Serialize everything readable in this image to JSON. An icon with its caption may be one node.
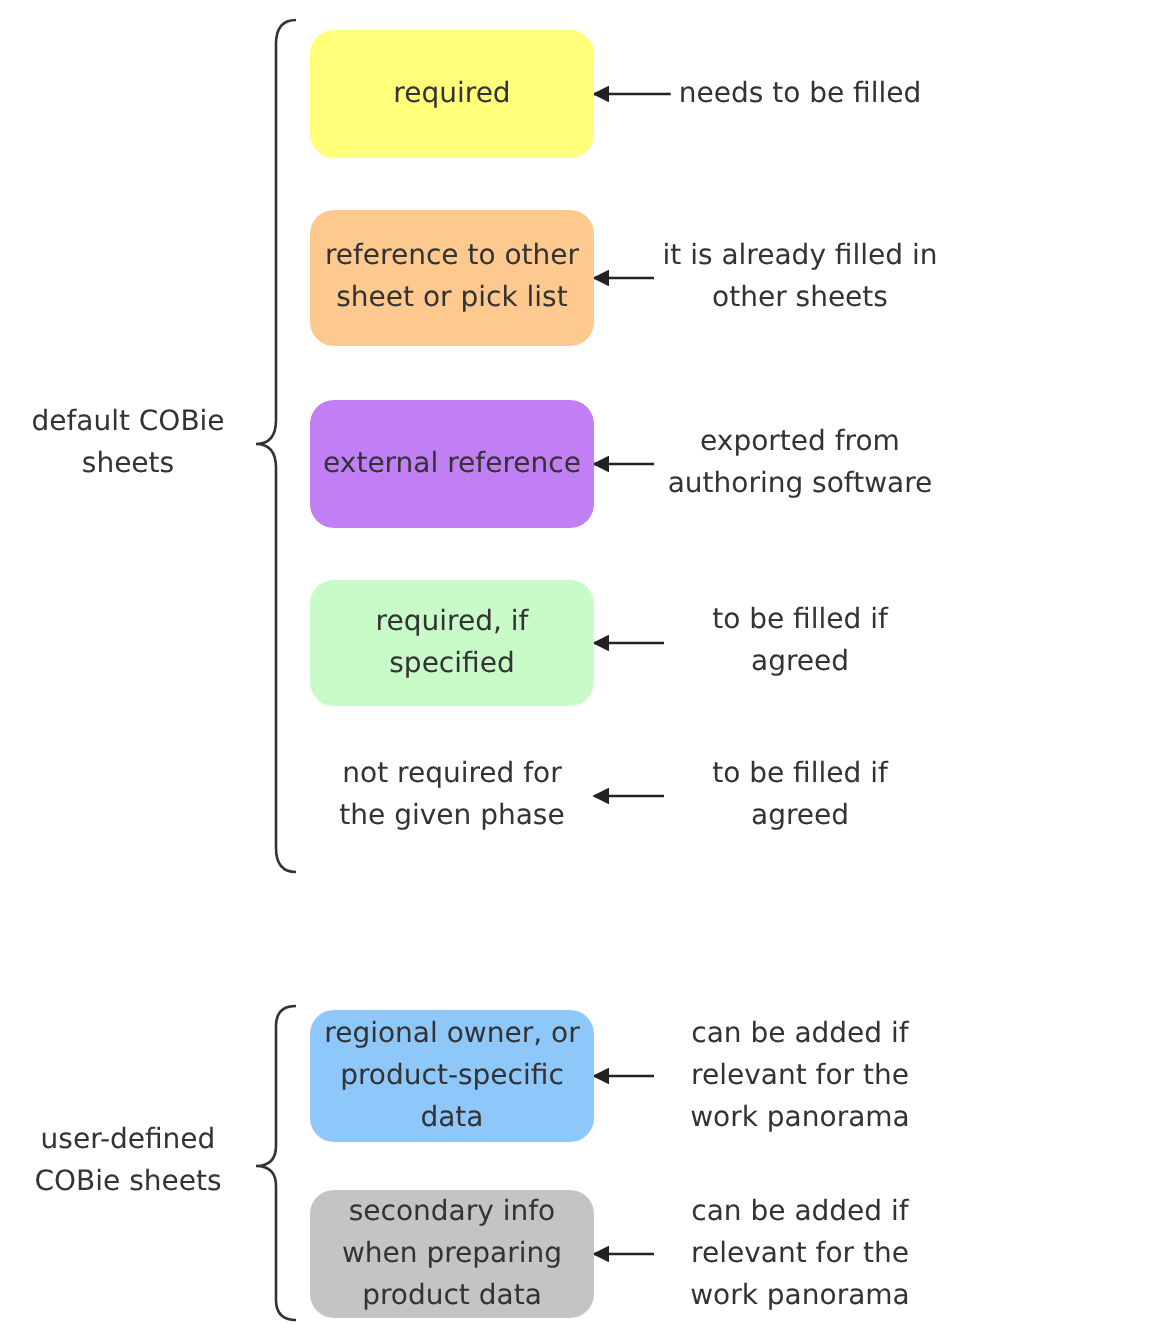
{
  "diagram": {
    "nodes": [
      {
        "text": [
          "required"
        ]
      },
      {
        "text": [
          "needs to be filled"
        ]
      },
      {
        "text": [
          "reference to other sheet or pick list"
        ]
      },
      {
        "text": [
          "it is already filled in other sheets"
        ]
      },
      {
        "text": [
          "external reference"
        ]
      },
      {
        "text": [
          "exported from authoring software"
        ]
      },
      {
        "text": [
          "required, if specified"
        ]
      },
      {
        "text": [
          "to be filled if agreed"
        ]
      },
      {
        "text": [
          "not required for the given phase"
        ]
      },
      {
        "text": [
          "to be filled if agreed"
        ]
      },
      {
        "text": [
          "regional owner, or product-specific data"
        ]
      },
      {
        "text": [
          "can be added if relevant for the work panorama"
        ]
      },
      {
        "text": [
          "secondary info when preparing product data"
        ]
      },
      {
        "text": [
          "can be added if relevant for the work panorama"
        ]
      }
    ],
    "edges": [
      {
        "from": 1,
        "to": 0,
        "arrow": "to"
      },
      {
        "from": 3,
        "to": 2,
        "arrow": "to"
      },
      {
        "from": 5,
        "to": 4,
        "arrow": "to"
      },
      {
        "from": 7,
        "to": 6,
        "arrow": "to"
      },
      {
        "from": 9,
        "to": 8,
        "arrow": "to"
      },
      {
        "from": 11,
        "to": 10,
        "arrow": "to"
      },
      {
        "from": 13,
        "to": 12,
        "arrow": "to"
      }
    ],
    "labels": [
      "default COBie sheets",
      "user-defined COBie sheets"
    ]
  }
}
